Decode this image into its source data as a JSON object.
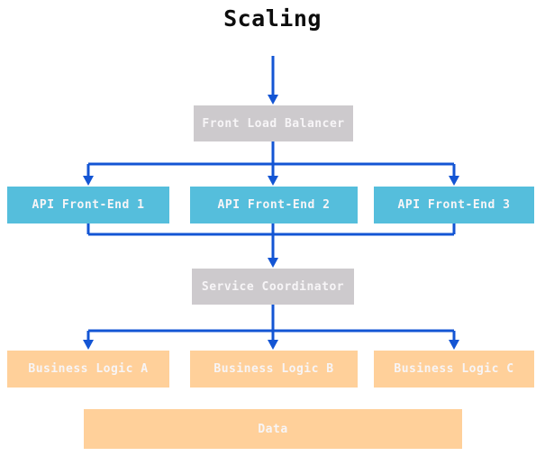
{
  "colors": {
    "background": "#ffffff",
    "edge-blue": "#1355d4",
    "node-gray": "#cdcacd",
    "node-cyan": "#55bedc",
    "node-orange": "#ffd09a",
    "node-text": "#f7f5f7",
    "title-text": "#0d0d0d"
  },
  "diagram": {
    "title": "Scaling",
    "nodes": {
      "front_load_balancer": {
        "label": "Front Load Balancer",
        "color": "gray"
      },
      "api_front_end_1": {
        "label": "API Front-End 1",
        "color": "cyan"
      },
      "api_front_end_2": {
        "label": "API Front-End 2",
        "color": "cyan"
      },
      "api_front_end_3": {
        "label": "API Front-End 3",
        "color": "cyan"
      },
      "service_coordinator": {
        "label": "Service Coordinator",
        "color": "gray"
      },
      "business_logic_a": {
        "label": "Business Logic A",
        "color": "orange"
      },
      "business_logic_b": {
        "label": "Business Logic B",
        "color": "orange"
      },
      "business_logic_c": {
        "label": "Business Logic C",
        "color": "orange"
      },
      "data": {
        "label": "Data",
        "color": "orange"
      }
    },
    "edges": [
      {
        "from": "title-entry",
        "to": "front_load_balancer"
      },
      {
        "from": "front_load_balancer",
        "to": "api_front_end_1"
      },
      {
        "from": "front_load_balancer",
        "to": "api_front_end_2"
      },
      {
        "from": "front_load_balancer",
        "to": "api_front_end_3"
      },
      {
        "from": "api_front_end_1",
        "to": "service_coordinator"
      },
      {
        "from": "api_front_end_2",
        "to": "service_coordinator"
      },
      {
        "from": "api_front_end_3",
        "to": "service_coordinator"
      },
      {
        "from": "service_coordinator",
        "to": "business_logic_a"
      },
      {
        "from": "service_coordinator",
        "to": "business_logic_b"
      },
      {
        "from": "service_coordinator",
        "to": "business_logic_c"
      }
    ]
  }
}
